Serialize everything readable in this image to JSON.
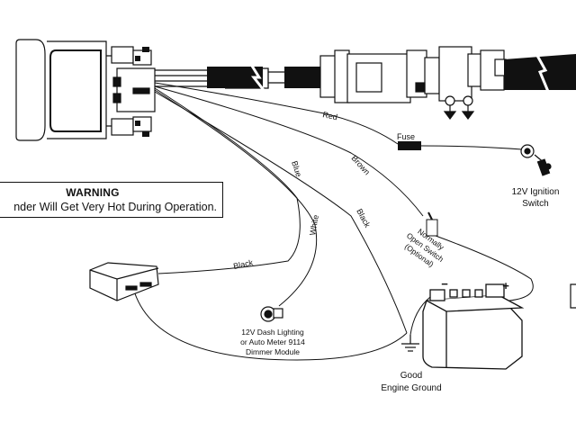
{
  "warning": {
    "title": "WARNING",
    "text": "nder Will Get Very Hot During Operation."
  },
  "wire_labels": {
    "red": "Red",
    "fuse": "Fuse",
    "blue": "Blue",
    "brown": "Brown",
    "white": "White",
    "black_module": "Black",
    "black_ground": "Black"
  },
  "components": {
    "ignition_line1": "12V Ignition",
    "ignition_line2": "Switch",
    "optional_switch_line1": "Normally",
    "optional_switch_line2": "Open Switch",
    "optional_switch_line3": "(Optional)",
    "dash_line1": "12V Dash Lighting",
    "dash_line2": "or Auto Meter 9114",
    "dash_line3": "Dimmer Module",
    "ground_line1": "Good",
    "ground_line2": "Engine Ground",
    "battery_negative": "−",
    "battery_positive": "+"
  }
}
